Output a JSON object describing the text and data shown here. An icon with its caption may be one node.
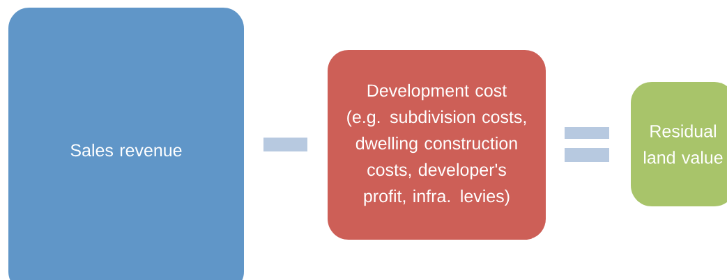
{
  "diagram": {
    "nodes": [
      {
        "text": [
          "Sales revenue"
        ]
      },
      {
        "text": [
          "Development cost (e.g. subdivision costs, dwelling construction costs, developer's profit, infra. levies)"
        ]
      },
      {
        "text": [
          "Residual land value"
        ]
      }
    ]
  }
}
